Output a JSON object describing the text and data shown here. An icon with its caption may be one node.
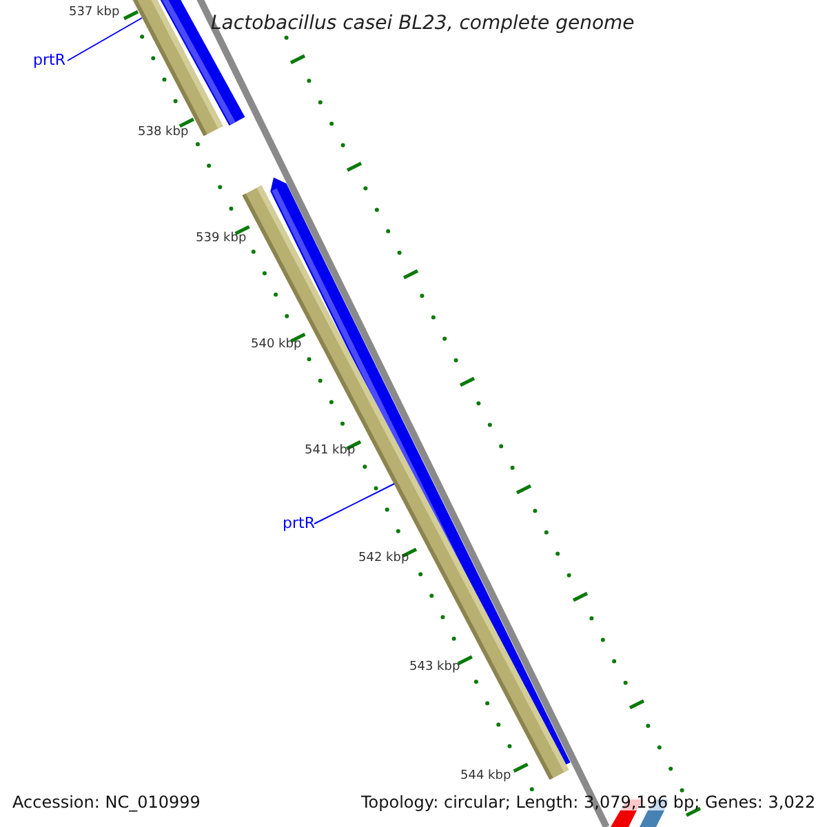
{
  "diagram": {
    "title": "Lactobacillus casei BL23, complete genome",
    "nodes": [
      {
        "text": [
          "prtR"
        ]
      },
      {
        "text": [],
        "shape": "bar"
      },
      {
        "text": [
          "prtR"
        ]
      },
      {
        "text": [],
        "shape": "bar"
      }
    ],
    "edges": [
      {
        "from": 0,
        "to": 1,
        "arrow": "none"
      },
      {
        "from": 2,
        "to": 3,
        "arrow": "none"
      }
    ],
    "labels": [
      "537 kbp",
      "538 kbp",
      "539 kbp",
      "540 kbp",
      "541 kbp",
      "542 kbp",
      "543 kbp",
      "544 kbp",
      "Accession: NC_010999",
      "Topology: circular; Length: 3,079,196 bp; Genes: 3,022"
    ]
  }
}
